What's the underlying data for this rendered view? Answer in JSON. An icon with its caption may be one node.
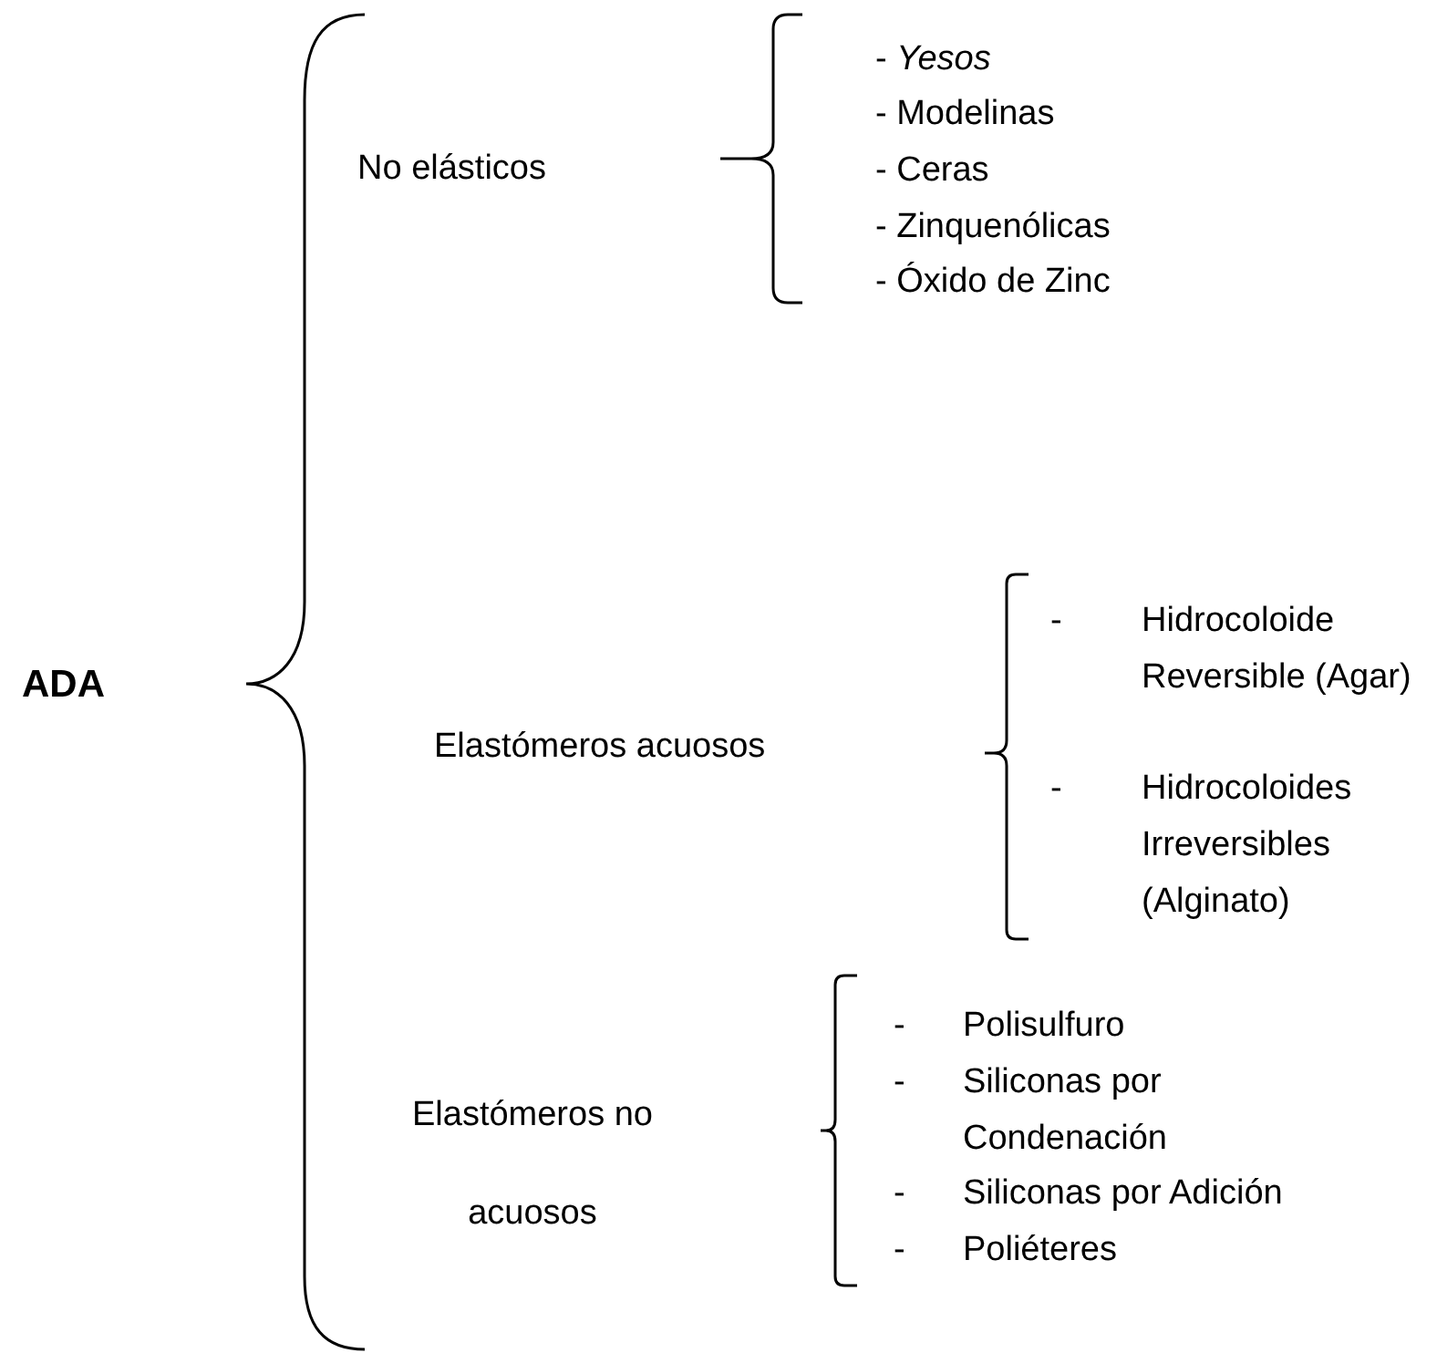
{
  "diagram": {
    "labels": [
      "ADA",
      "No elásticos",
      "- *Yesos*",
      "- Modelinas",
      "- Ceras",
      "- Zinquenólicas",
      "- Óxido de Zinc",
      "Elastómeros acuosos",
      "-",
      "Hidrocoloide Reversible (Agar)",
      "-",
      "Hidrocoloides Irreversibles (Alginato)",
      "Elastómeros no acuosos",
      "-",
      "Polisulfuro",
      "-",
      "Siliconas por Condenación",
      "-",
      "Siliconas por Adición",
      "-",
      "Poliéteres"
    ]
  }
}
